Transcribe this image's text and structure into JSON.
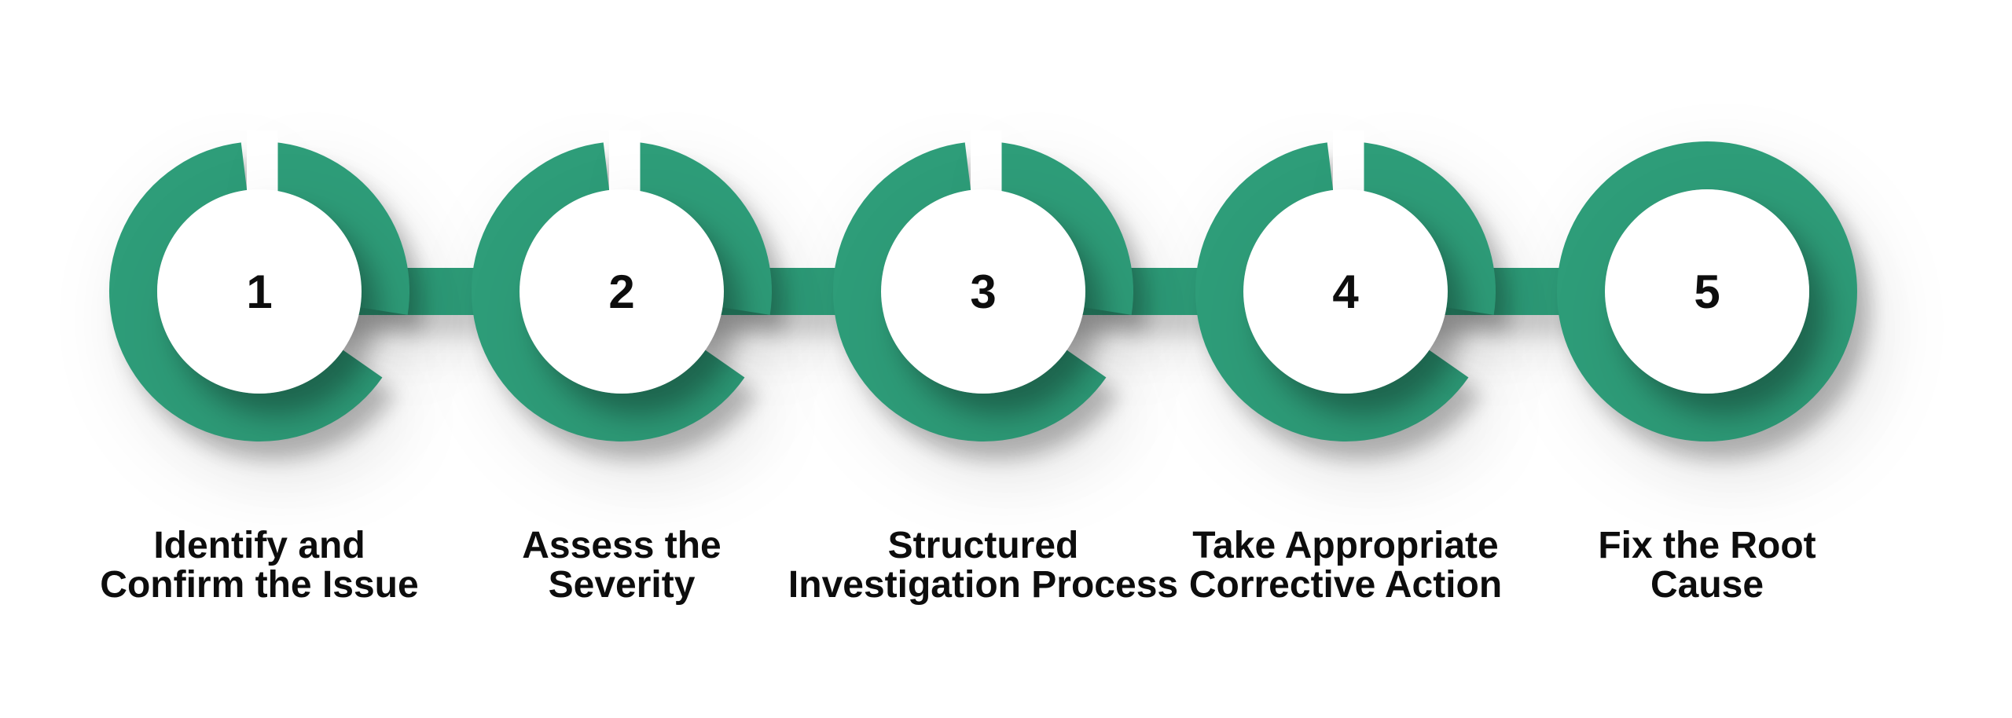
{
  "theme": {
    "bg": "#ffffff",
    "accent": "#2E9D79",
    "ink": "#0d0d0d"
  },
  "diagram": {
    "type": "process-steps",
    "step_count": 5
  },
  "steps": [
    {
      "number": "1",
      "label_line1": "Identify and",
      "label_line2": "Confirm the Issue"
    },
    {
      "number": "2",
      "label_line1": "Assess the",
      "label_line2": "Severity"
    },
    {
      "number": "3",
      "label_line1": "Structured",
      "label_line2": "Investigation Process"
    },
    {
      "number": "4",
      "label_line1": "Take Appropriate",
      "label_line2": "Corrective Action"
    },
    {
      "number": "5",
      "label_line1": "Fix the Root",
      "label_line2": "Cause"
    }
  ]
}
